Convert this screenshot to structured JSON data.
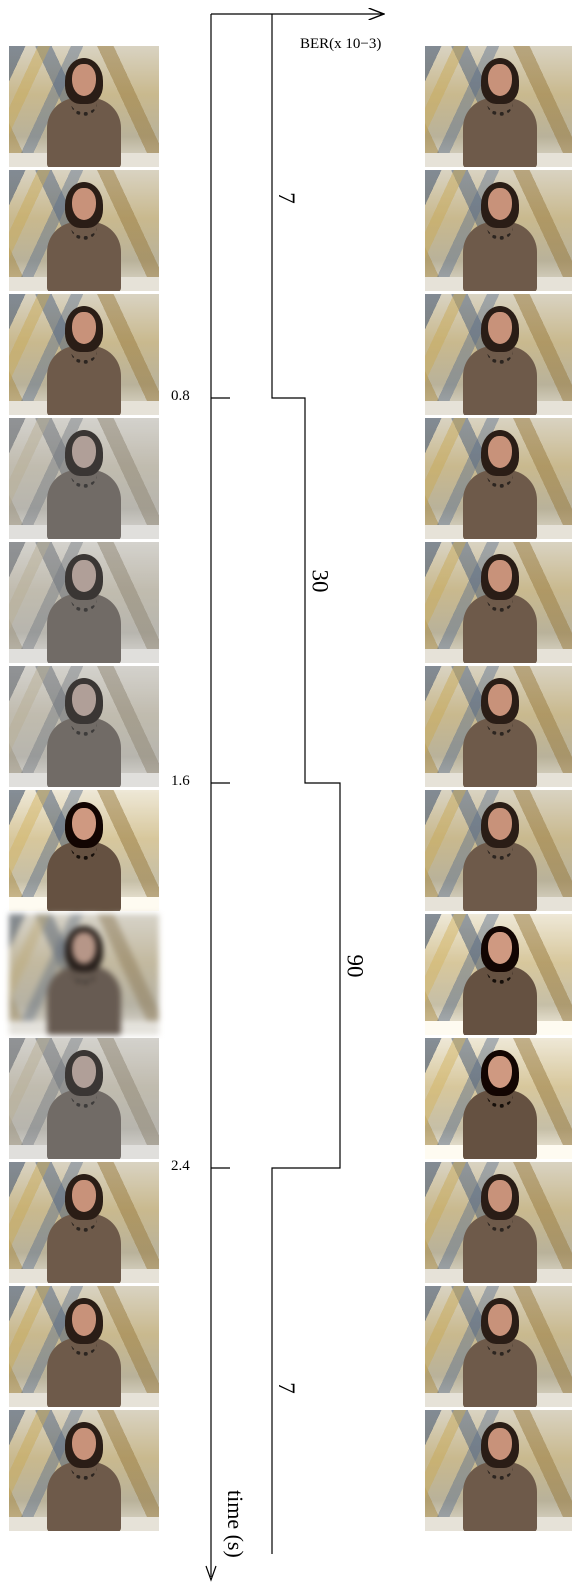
{
  "axis": {
    "x_label": "BER(x 10−3)",
    "y_label": "time (s)"
  },
  "time_ticks": [
    "0.8",
    "1.6",
    "2.4"
  ],
  "ber_segments": [
    {
      "value": "7"
    },
    {
      "value": "30"
    },
    {
      "value": "90"
    },
    {
      "value": "7"
    }
  ],
  "left_frames": [
    {
      "quality": "clean"
    },
    {
      "quality": "clean"
    },
    {
      "quality": "clean"
    },
    {
      "quality": "degraded"
    },
    {
      "quality": "degraded"
    },
    {
      "quality": "degraded"
    },
    {
      "quality": "noisy"
    },
    {
      "quality": "blurred"
    },
    {
      "quality": "degraded"
    },
    {
      "quality": "clean"
    },
    {
      "quality": "clean"
    },
    {
      "quality": "clean"
    }
  ],
  "right_frames": [
    {
      "quality": "clean"
    },
    {
      "quality": "clean"
    },
    {
      "quality": "clean"
    },
    {
      "quality": "clean"
    },
    {
      "quality": "clean"
    },
    {
      "quality": "clean"
    },
    {
      "quality": "clean"
    },
    {
      "quality": "noisy"
    },
    {
      "quality": "noisy"
    },
    {
      "quality": "clean"
    },
    {
      "quality": "clean"
    },
    {
      "quality": "clean"
    }
  ]
}
